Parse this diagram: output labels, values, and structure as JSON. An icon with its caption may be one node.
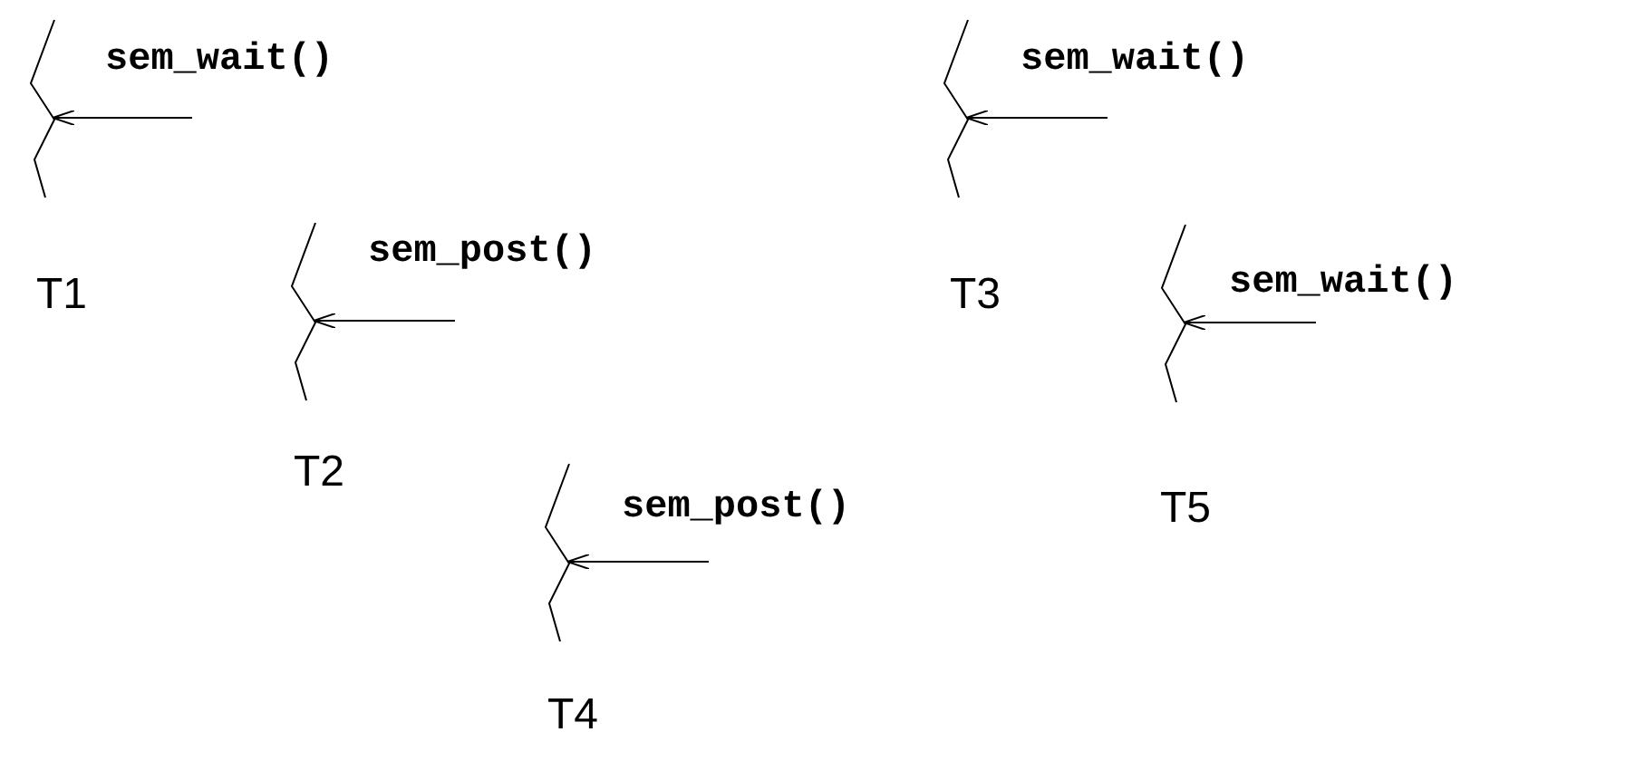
{
  "diagram": {
    "nodes": [
      {
        "text": [],
        "shape": "line",
        "beside": [
          "T1"
        ]
      },
      {
        "text": [
          "sem_wait()"
        ]
      },
      {
        "text": [],
        "shape": "line",
        "beside": [
          "T2"
        ]
      },
      {
        "text": [
          "sem_post()"
        ]
      },
      {
        "text": [],
        "shape": "line",
        "beside": [
          "T3"
        ]
      },
      {
        "text": [
          "sem_wait()"
        ]
      },
      {
        "text": [],
        "shape": "line",
        "beside": [
          "T4"
        ]
      },
      {
        "text": [
          "sem_post()"
        ]
      },
      {
        "text": [],
        "shape": "line",
        "beside": [
          "T5"
        ]
      },
      {
        "text": [
          "sem_wait()"
        ]
      }
    ],
    "edges": [
      {
        "from": 1,
        "to": 0,
        "arrow": "to"
      },
      {
        "from": 3,
        "to": 2,
        "arrow": "to"
      },
      {
        "from": 5,
        "to": 4,
        "arrow": "to"
      },
      {
        "from": 7,
        "to": 6,
        "arrow": "to"
      },
      {
        "from": 9,
        "to": 8,
        "arrow": "to"
      }
    ]
  }
}
